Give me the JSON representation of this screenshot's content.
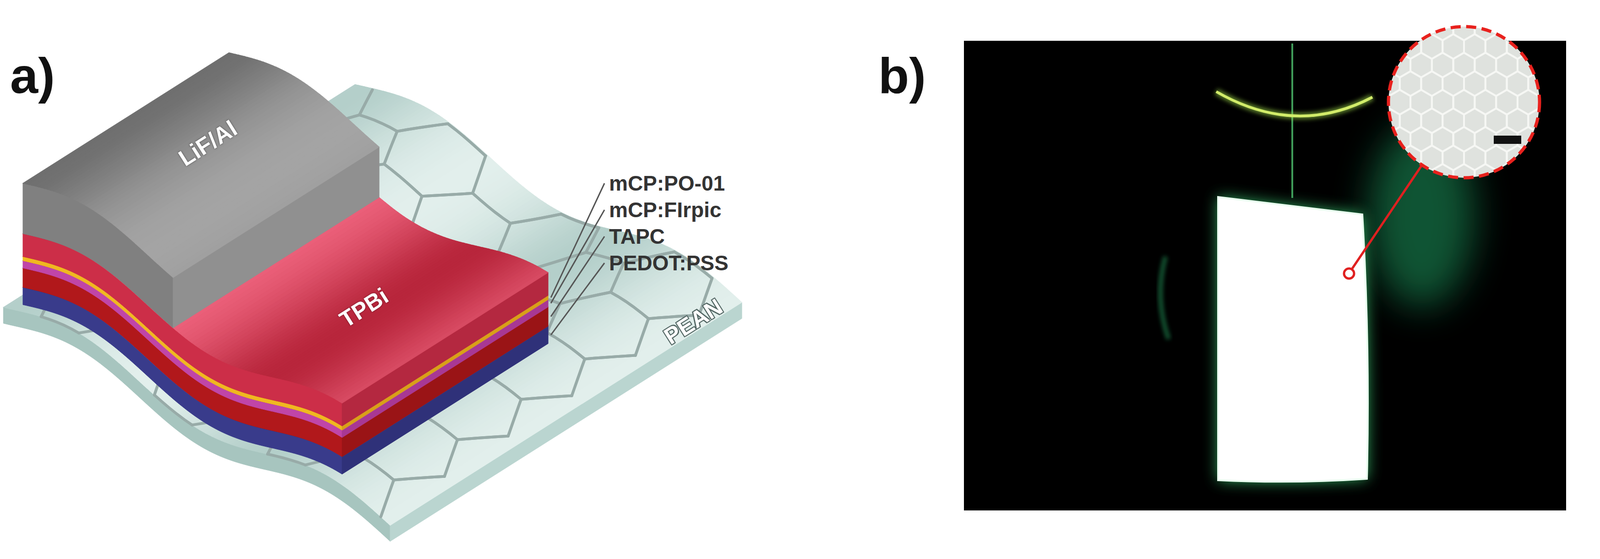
{
  "diagram": {
    "labels": [
      "a)",
      "b)",
      "LiF/Al",
      "TPBi",
      "mCP:PO-01",
      "mCP:FIrpic",
      "TAPC",
      "PEDOT:PSS",
      "PEAN"
    ]
  }
}
